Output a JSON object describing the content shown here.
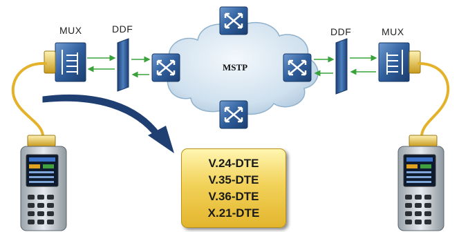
{
  "labels": {
    "mux_left": "MUX",
    "ddf_left": "DDF",
    "mux_right": "MUX",
    "ddf_right": "DDF",
    "cloud": "MSTP"
  },
  "interfaces": [
    "V.24-DTE",
    "V.35-DTE",
    "V.36-DTE",
    "X.21-DTE"
  ],
  "colors": {
    "device_blue": "#2f5e9c",
    "cable_yellow": "#e3b22a",
    "link_green": "#3aa23a",
    "cloud": "#cfe0ee",
    "arrow": "#1f3f72",
    "box_gold": "#f2d25a"
  },
  "icons": [
    "mux-icon",
    "ddf-icon",
    "switch-icon",
    "cloud-icon",
    "handheld-tester-icon",
    "connector-icon"
  ]
}
